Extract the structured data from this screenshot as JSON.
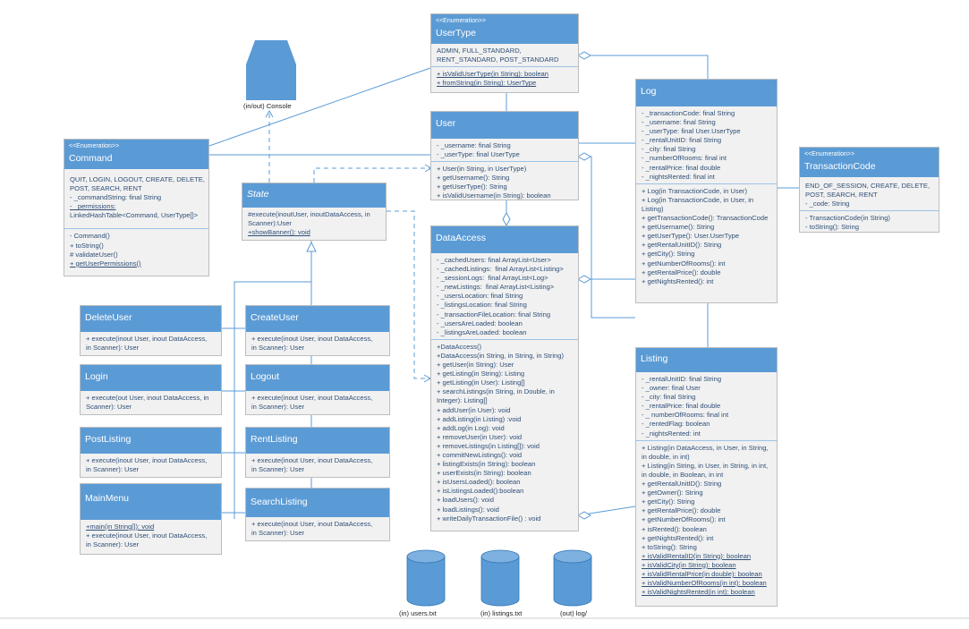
{
  "user_type": {
    "stereotype": "<<Enumeration>>",
    "title": "UserType",
    "values": [
      "ADMIN, FULL_STANDARD,",
      "RENT_STANDARD, POST_STANDARD"
    ],
    "methods": [
      "+ isValidUserType(in String): boolean",
      "+ fromString(in String): UserType"
    ]
  },
  "console": {
    "label": "(in/out) Console"
  },
  "command": {
    "stereotype": "<<Enumeration>>",
    "title": "Command",
    "attrs": [
      "QUIT, LOGIN, LOGOUT, CREATE, DELETE,",
      "POST, SEARCH, RENT",
      "- _commandString: final String",
      "- _permissions:",
      "LinkedHashTable<Command, UserType[]>"
    ],
    "methods": [
      "- Command()",
      "+ toString()",
      "# validateUser()",
      "+ getUserPermissions()"
    ]
  },
  "state": {
    "title": "State",
    "methods": [
      "#execute(inoutUser, inoutDataAccess, in",
      "Scanner):User",
      "+showBanner(): void"
    ]
  },
  "user": {
    "title": "User",
    "attrs": [
      "- _username: final String",
      "- _userType: final UserType"
    ],
    "methods": [
      "+ User(in String, in UserType)",
      "+ getUsername(): String",
      "+ getUserType(): String",
      "+ isValidUsername(in String): boolean"
    ]
  },
  "log": {
    "title": "Log",
    "attrs": [
      "- _transactionCode: final String",
      "- _username: final String",
      "- _userType: final User.UserType",
      "- _rentalUnitID: final String",
      "- _city: final String",
      "- _numberOfRooms: final int",
      "- _rentalPrice: final double",
      "- _nightsRented: final int"
    ],
    "methods": [
      "+ Log(in TransactionCode, in User)",
      "+ Log(in TransactionCode, in User, in",
      "Listing)",
      "+ getTransactionCode(): TransactionCode",
      "+ getUsername(): String",
      "+ getUserType(): User.UserType",
      "+ getRentalUnitID(): String",
      "+ getCity(): String",
      "+ getNumberOfRooms(): int",
      "+ getRentalPrice(): double",
      "+ getNightsRented(): int"
    ]
  },
  "transaction_code": {
    "stereotype": "<<Enumeration>>",
    "title": "TransactionCode",
    "attrs": [
      "END_OF_SESSION, CREATE, DELETE,",
      "POST, SEARCH, RENT",
      "- _code: String"
    ],
    "methods": [
      "- TransactionCode(in String)",
      "- toString(): String"
    ]
  },
  "data_access": {
    "title": "DataAccess",
    "attrs": [
      "- _cachedUsers: final ArrayList<User>",
      "- _cachedListings:  final ArrayList<Listing>",
      "- _sessionLogs:  final ArrayList<Log>",
      "- _newListings:  final ArrayList<Listing>",
      "- _usersLocation: final String",
      "- _listingsLocation: final String",
      "- _transactionFileLocation: final String",
      "- _usersAreLoaded: boolean",
      "- _listingsAreLoaded: boolean"
    ],
    "methods": [
      "+DataAccess()",
      "+DataAccess(in String, in String, in String)",
      "+ getUser(in String): User",
      "+ getListing(in String): Listing",
      "+ getListing(in User): Listing[]",
      "+ searchListings(in String, in Double, in",
      "Integer): Listing[]",
      "+ addUser(in User): void",
      "+ addListing(in Listing) :void",
      "+ addLog(in Log): void",
      "+ removeUser(in User): void",
      "+ removeListings(in Listing[]): void",
      "+ commitNewListings(): void",
      "+ listingExists(in String): boolean",
      "+ userExists(in String): boolean",
      "+ isUsersLoaded(): boolean",
      "+ isListingsLoaded():boolean",
      "+ loadUsers(): void",
      "+ loadListings(): void",
      "+ writeDailyTransactionFile() : void"
    ]
  },
  "listing": {
    "title": "Listing",
    "attrs": [
      "- _rentalUnitID: final String",
      "- _owner: final User",
      "- _city: final String",
      "- _rentalPrice: final double",
      "- _ numberOfRooms: final int",
      "- _rentedFlag: boolean",
      "- _nightsRented: int"
    ],
    "methods": [
      "+ Listing(in DataAccess, in User, in String,",
      "in double, in int)",
      "+ Listing(in String, in User, in String, in int,",
      "in double, in Boolean, in int",
      "+ getRentalUnitID(): String",
      "+ getOwner(): String",
      "+ getCity(): String",
      "+ getRentalPrice(): double",
      "+ getNumberOfRooms(): int",
      "+ isRented(): boolean",
      "+ getNightsRented(): int",
      "+ toString(): String",
      "+ isValidRentalID(in String): boolean",
      "+ isValidCity(in String): boolean",
      "+ isValidRentalPrice(in double): boolean",
      "+ isValidNumberOfRooms(in int): boolean",
      "+ isValidNightsRented(in int): boolean"
    ]
  },
  "delete_user": {
    "title": "DeleteUser",
    "methods": [
      "+ execute(inout User, inout DataAccess,",
      "in Scanner): User"
    ]
  },
  "create_user": {
    "title": "CreateUser",
    "methods": [
      "+ execute(inout User, inout DataAccess,",
      "in Scanner): User"
    ]
  },
  "login": {
    "title": "Login",
    "methods": [
      "+ execute(out User, inout DataAccess, in",
      "Scanner): User"
    ]
  },
  "logout": {
    "title": "Logout",
    "methods": [
      "+ execute(inout User, inout DataAccess,",
      "in Scanner): User"
    ]
  },
  "post_listing": {
    "title": "PostListing",
    "methods": [
      "+ execute(inout User, inout DataAccess,",
      "in Scanner): User"
    ]
  },
  "rent_listing": {
    "title": "RentListing",
    "methods": [
      "+ execute(inout User, inout DataAccess,",
      "in Scanner): User"
    ]
  },
  "main_menu": {
    "title": "MainMenu",
    "methods": [
      "+main(in String[]): void",
      "+ execute(inout User, inout DataAccess,",
      "in Scanner): User"
    ]
  },
  "search_listing": {
    "title": "SearchListing",
    "methods": [
      "+ execute(inout User, inout DataAccess,",
      "in Scanner): User"
    ]
  },
  "storage": [
    {
      "label": "(in) users.txt"
    },
    {
      "label": "(in) listings.txt"
    },
    {
      "label": "(out) log/"
    }
  ],
  "colors": {
    "header": "#5b9bd5",
    "body": "#f1f1f1",
    "line": "#5b9bd5"
  }
}
